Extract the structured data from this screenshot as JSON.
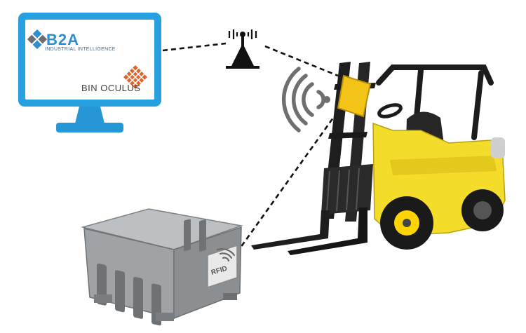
{
  "monitor": {
    "brand_logo": {
      "name": "B2A",
      "tagline": "INDUSTRIAL INTELLIGENCE"
    },
    "product_logo": {
      "name": "BIN OCULUS"
    }
  },
  "bin": {
    "tag_label": "RFID"
  },
  "colors": {
    "monitor_frame": "#27a0e0",
    "monitor_stand": "#2596d6",
    "forklift_body": "#f4dc2b",
    "forklift_dark": "#1e1e1e",
    "bin_gray": "#9a9d9f",
    "link_line": "#111111",
    "logo_blue": "#2f8ecb",
    "logo_orange": "#e0632a"
  },
  "icons": [
    "antenna-icon",
    "wireless-signal-icon",
    "rfid-signal-icon"
  ]
}
